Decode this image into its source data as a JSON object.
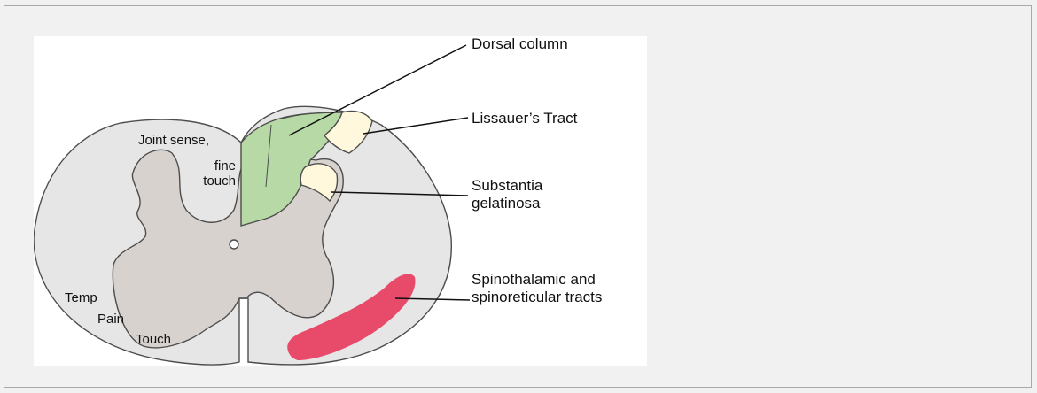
{
  "colors": {
    "cord_fill": "#e6e6e6",
    "outline": "#4d4d4d",
    "gray_matter": "#d8d2cf",
    "dorsal_column": "#b6d9a6",
    "lissauer": "#fff8dc",
    "spinothalamic": "#e84a6a",
    "central_canal": "#ffffff",
    "leader_line": "#111111"
  },
  "callouts": {
    "dorsal_column": "Dorsal column",
    "lissauer": "Lissauer’s Tract",
    "substantia_line1": "Substantia",
    "substantia_line2": "gelatinosa",
    "spinothalamic_line1": "Spinothalamic and",
    "spinothalamic_line2": "spinoreticular tracts"
  },
  "inner_labels": {
    "joint_sense": "Joint sense,",
    "fine": "fine",
    "touch": "touch",
    "temp": "Temp",
    "pain": "Pain",
    "touch_lower": "Touch"
  }
}
